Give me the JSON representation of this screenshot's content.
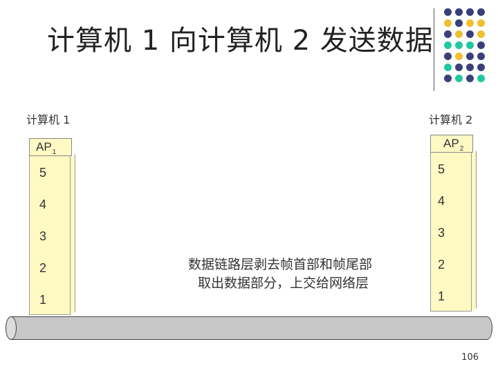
{
  "slide": {
    "title": "计算机 1 向计算机 2 发送数据",
    "page_number": "106"
  },
  "left_stack": {
    "label": "计算机 1",
    "ap_text": "AP",
    "ap_sub": "1",
    "layers": [
      "5",
      "4",
      "3",
      "2",
      "1"
    ]
  },
  "right_stack": {
    "label": "计算机 2",
    "ap_text": "AP",
    "ap_sub": "2",
    "layers": [
      "5",
      "4",
      "3",
      "2",
      "1"
    ]
  },
  "annotation": {
    "line1": "数据链路层剥去帧首部和帧尾部",
    "line2": "取出数据部分，上交给网络层"
  },
  "colors": {
    "layer_fill": "#fff9c4",
    "cable_fill": "#c8c8c8",
    "dot_yellow": "#f0c030",
    "dot_navy": "#3a3f7a",
    "dot_teal": "#20c8a0"
  }
}
